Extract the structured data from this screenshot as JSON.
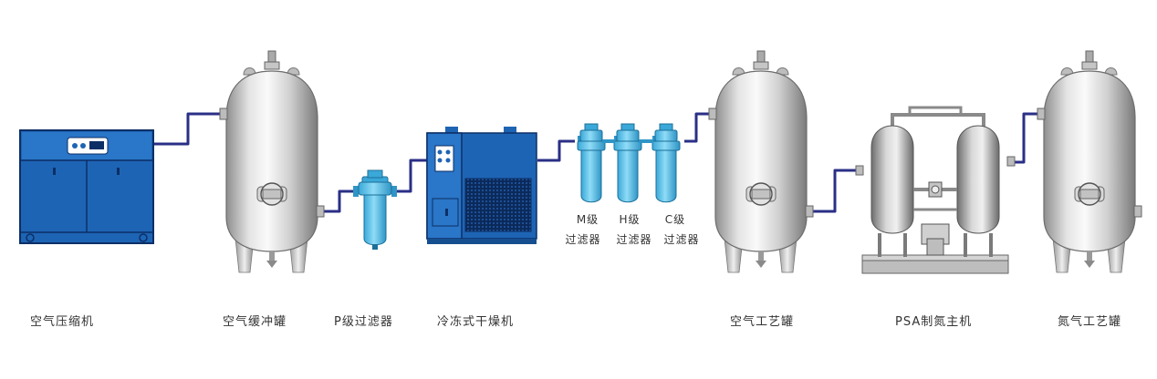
{
  "labels": {
    "air_compressor": "空气压缩机",
    "air_buffer_tank": "空气缓冲罐",
    "p_filter": "P级过滤器",
    "refrigerated_dryer": "冷冻式干燥机",
    "air_process_tank": "空气工艺罐",
    "psa_generator": "PSA制氮主机",
    "nitrogen_process_tank": "氮气工艺罐"
  },
  "filters": [
    {
      "grade": "M级",
      "name": "过滤器"
    },
    {
      "grade": "H级",
      "name": "过滤器"
    },
    {
      "grade": "C级",
      "name": "过滤器"
    }
  ],
  "colors": {
    "pipe": "#2a2f86",
    "equipment_blue": "#1e64b4",
    "filter_cyan": "#58c4ec",
    "tank_silver": "#c8c8c8"
  }
}
